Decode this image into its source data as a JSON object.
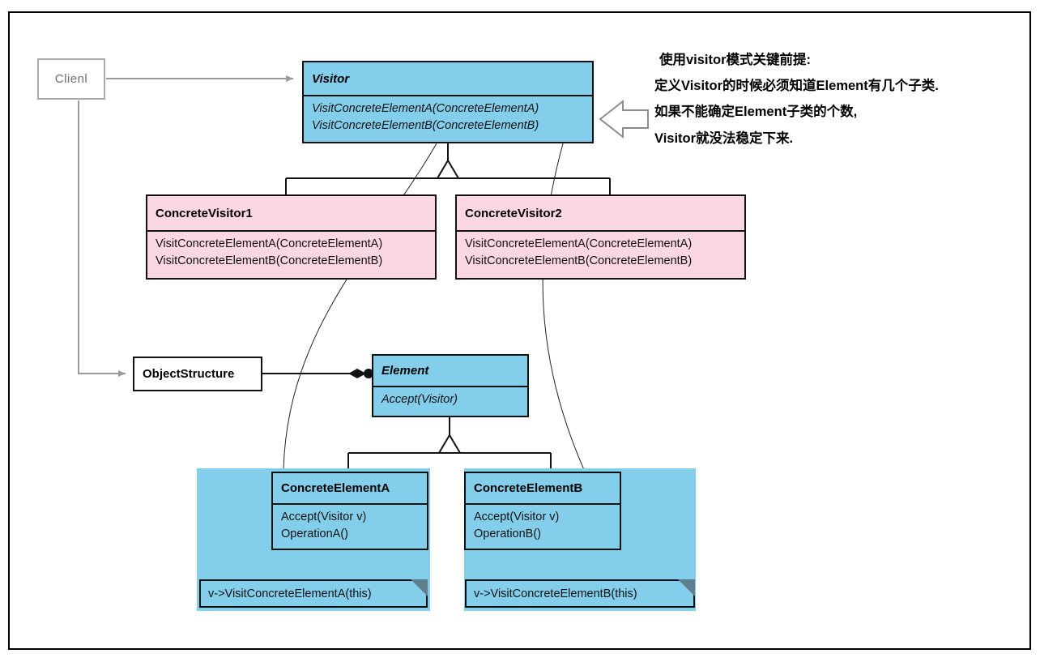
{
  "diagram": {
    "title": "Visitor Pattern UML Class Diagram",
    "colors": {
      "interface_fill": "#83CEEB",
      "concrete_visitor_fill": "#FBD6E3",
      "client_border": "#a9a9a9",
      "line": "#111111",
      "gray_line": "#a9a9a9",
      "fold_shade": "#5e7f8d"
    }
  },
  "client": {
    "label": "Clienl"
  },
  "visitor": {
    "name": "Visitor",
    "operations": [
      "VisitConcreteElementA(ConcreteElementA)",
      "VisitConcreteElementB(ConcreteElementB)"
    ]
  },
  "concrete_visitor_1": {
    "name": "ConcreteVisitor1",
    "operations": [
      "VisitConcreteElementA(ConcreteElementA)",
      "VisitConcreteElementB(ConcreteElementB)"
    ]
  },
  "concrete_visitor_2": {
    "name": "ConcreteVisitor2",
    "operations": [
      "VisitConcreteElementA(ConcreteElementA)",
      "VisitConcreteElementB(ConcreteElementB)"
    ]
  },
  "object_structure": {
    "name": "ObjectStructure"
  },
  "element": {
    "name": "Element",
    "operations": [
      "Accept(Visitor)"
    ]
  },
  "concrete_element_a": {
    "name": "ConcreteElementA",
    "operations": [
      "Accept(Visitor v)",
      "OperationA()"
    ],
    "note": "v->VisitConcreteElementA(this)"
  },
  "concrete_element_b": {
    "name": "ConcreteElementB",
    "operations": [
      "Accept(Visitor v)",
      "OperationB()"
    ],
    "note": "v->VisitConcreteElementB(this)"
  },
  "annotation": {
    "lines": [
      "使用visitor模式关键前提:",
      "定义Visitor的时候必须知道Element有几个子类.",
      "如果不能确定Element子类的个数,",
      "Visitor就没法稳定下来."
    ]
  }
}
